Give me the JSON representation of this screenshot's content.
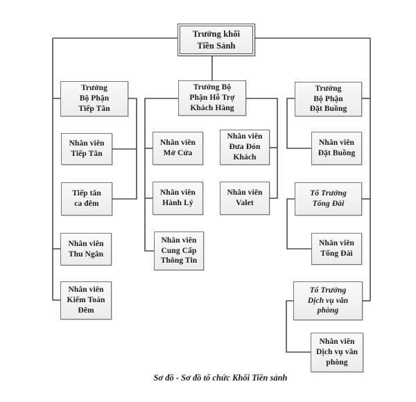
{
  "caption": "Sơ đồ - Sơ đồ tổ chức Khối Tiền sảnh",
  "colors": {
    "background": "#ffffff",
    "box_fill_top": "#f9f9f9",
    "box_fill_bottom": "#ececec",
    "box_border": "#757575",
    "connector_line": "#4a4a4a",
    "text": "#1c1c1c"
  },
  "org_chart": {
    "root": "Trưởng khối\nTiền Sảnh",
    "nodes": {
      "mgr_tiep_tan": "Trưởng\nBộ Phận\nTiếp Tân",
      "nv_tiep_tan": "Nhân viên\nTiếp Tân",
      "tiep_tan_ca_dem": "Tiếp tân\nca đêm",
      "nv_thu_ngan": "Nhân viên\nThu Ngân",
      "nv_kiem_toan_dem": "Nhân viên\nKiểm Toán\nĐêm",
      "mgr_ho_tro": "Trưởng Bộ\nPhận Hỗ Trợ\nKhách Hàng",
      "nv_mo_cua": "Nhân viên\nMở Cửa",
      "nv_hanh_ly": "Nhân viên\nHành Lý",
      "nv_cung_cap_thong_tin": "Nhân viên\nCung Cấp\nThông Tin",
      "nv_dua_don_khach": "Nhân viên\nĐưa Đón\nKhách",
      "nv_valet": "Nhân viên\nValet",
      "mgr_dat_buong": "Trưởng\nBộ Phận\nĐặt Buồng",
      "nv_dat_buong": "Nhân viên\nĐặt Buồng",
      "tt_tong_dai": "Tổ Trưởng\nTổng Đài",
      "nv_tong_dai": "Nhân viên\nTổng Đài",
      "tt_dich_vu_van_phong": "Tổ Trưởng\nDịch vụ văn\nphòng",
      "nv_dich_vu_van_phong": "Nhân viên\nDịch vụ văn\nphòng"
    }
  }
}
